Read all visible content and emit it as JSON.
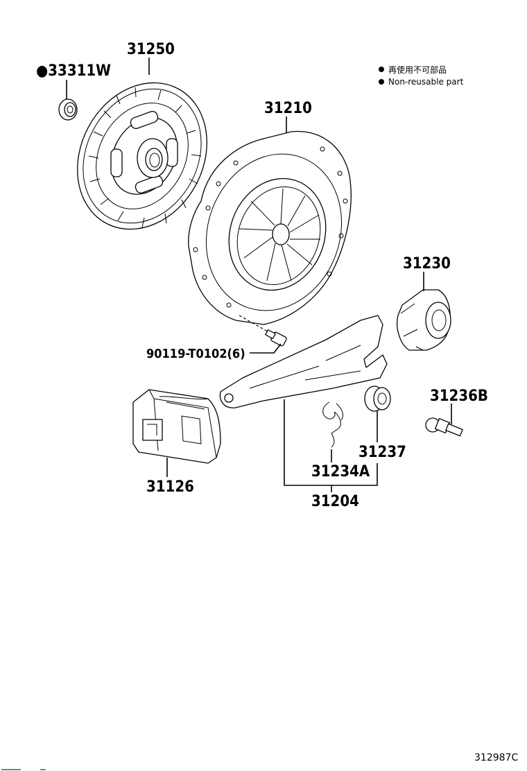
{
  "legend": {
    "japanese": "再使用不可部品",
    "english": "Non-reusable part"
  },
  "parts": {
    "p33311W": "●33311W",
    "p31250": "31250",
    "p31210": "31210",
    "p31230": "31230",
    "p90119": "90119-T0102(6)",
    "p31236B": "31236B",
    "p31237": "31237",
    "p31126": "31126",
    "p31234A": "31234A",
    "p31204": "31204"
  },
  "figure_code": "312987C"
}
